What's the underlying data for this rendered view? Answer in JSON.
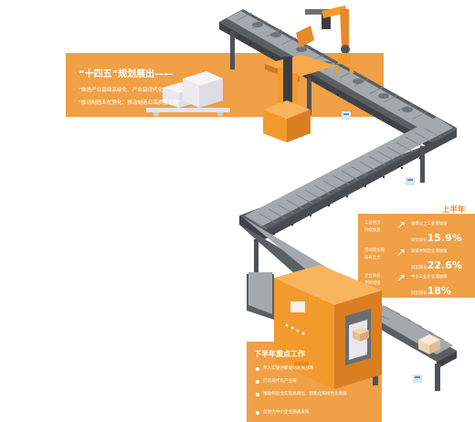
{
  "colors": {
    "orange": "#f0a046",
    "orange_dark": "#d97f22",
    "conveyor_gray": "#868c92",
    "conveyor_dark": "#4e5358",
    "background": "#ffffff"
  },
  "top_panel": {
    "heading": "“十四五”规划展出——",
    "line1": "“推进产业基础高级化、产业链现代化”",
    "line2": "“推动制造业优势化、推动制造业高质量发展”"
  },
  "first_half": {
    "label": "上半年",
    "stats": [
      {
        "left": [
          "工业经济",
          "持续恢复"
        ],
        "desc": "规模以上工业增加值",
        "desc2": "同比增长",
        "value": "15.9%"
      },
      {
        "left": [
          "新动能加速",
          "培育壮大"
        ],
        "desc": "高技术制造业增加值",
        "desc2": "同比增长",
        "value": "22.6%"
      },
      {
        "left": [
          "企业效益",
          "不断增强"
        ],
        "desc": "中小工业企业增加值",
        "desc2": "同比增长",
        "value": "18%"
      }
    ]
  },
  "work_focus": {
    "title": "下半年重点工作",
    "items": [
      "深入实施创新驱动发展战略",
      "打造现代化产业链",
      "推动制造业实现高端化、智能化和绿色化发展",
      "促进大中小企业融通发展"
    ]
  }
}
